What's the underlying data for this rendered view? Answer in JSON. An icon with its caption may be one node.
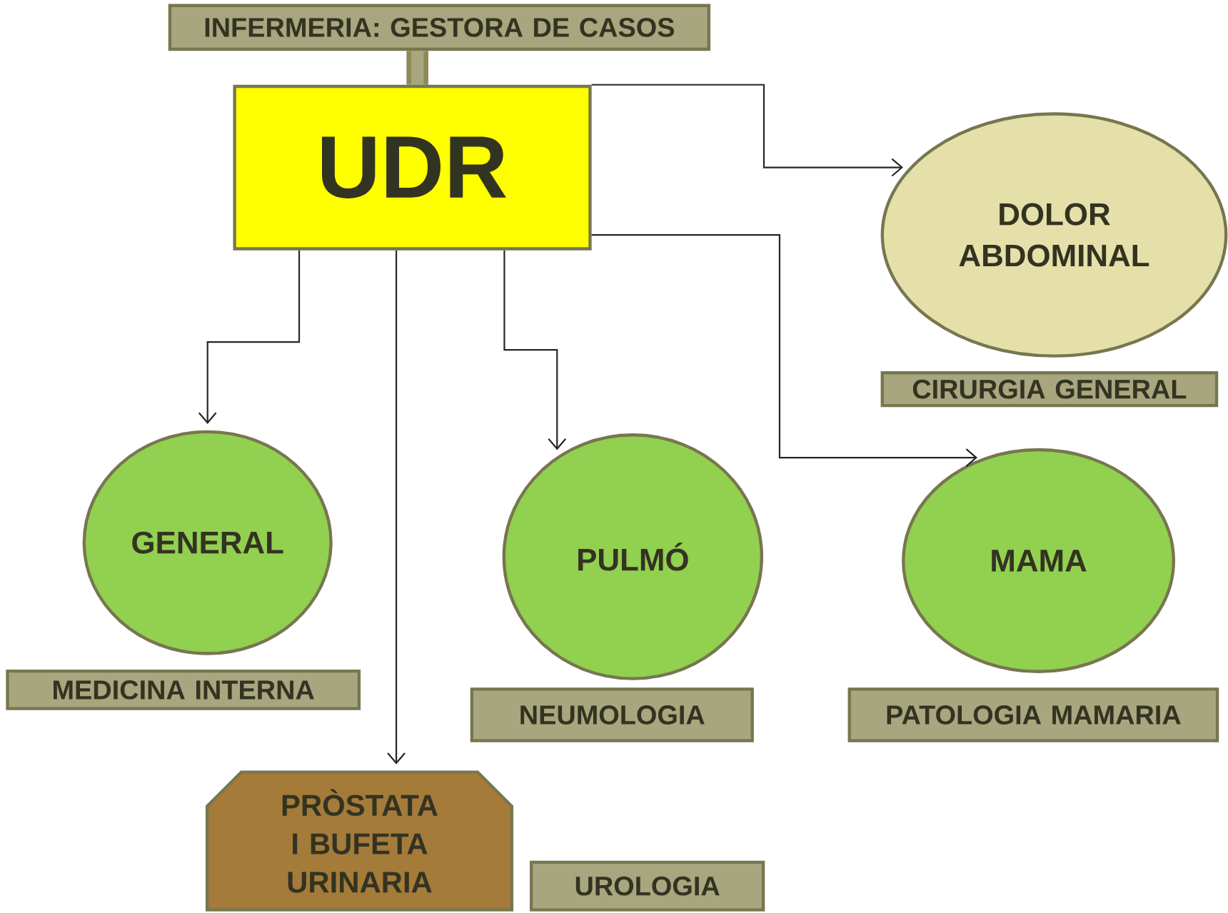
{
  "diagram": {
    "nodes": [
      {
        "text": [
          "INFERMERIA: GESTORA DE CASOS"
        ]
      },
      {
        "text": [
          "UDR"
        ]
      },
      {
        "text": [
          "DOLOR ABDOMINAL"
        ]
      },
      {
        "text": [
          "CIRURGIA GENERAL"
        ]
      },
      {
        "text": [
          "GENERAL"
        ]
      },
      {
        "text": [
          "MEDICINA INTERNA"
        ]
      },
      {
        "text": [
          "PULMÓ"
        ]
      },
      {
        "text": [
          "NEUMOLOGIA"
        ]
      },
      {
        "text": [
          "MAMA"
        ]
      },
      {
        "text": [
          "PATOLOGIA MAMARIA"
        ]
      },
      {
        "text": [
          "PRÒSTATA I BUFETA URINARIA"
        ]
      },
      {
        "text": [
          "UROLOGIA"
        ]
      }
    ],
    "edges": [
      {
        "from": 0,
        "to": 1,
        "arrow": "none",
        "style": "thick",
        "color": "#8e8a57"
      },
      {
        "from": 1,
        "to": 2,
        "arrow": "to"
      },
      {
        "from": 1,
        "to": 4,
        "arrow": "to"
      },
      {
        "from": 1,
        "to": 10,
        "arrow": "to"
      },
      {
        "from": 1,
        "to": 6,
        "arrow": "to"
      },
      {
        "from": 1,
        "to": 8,
        "arrow": "to"
      }
    ]
  }
}
